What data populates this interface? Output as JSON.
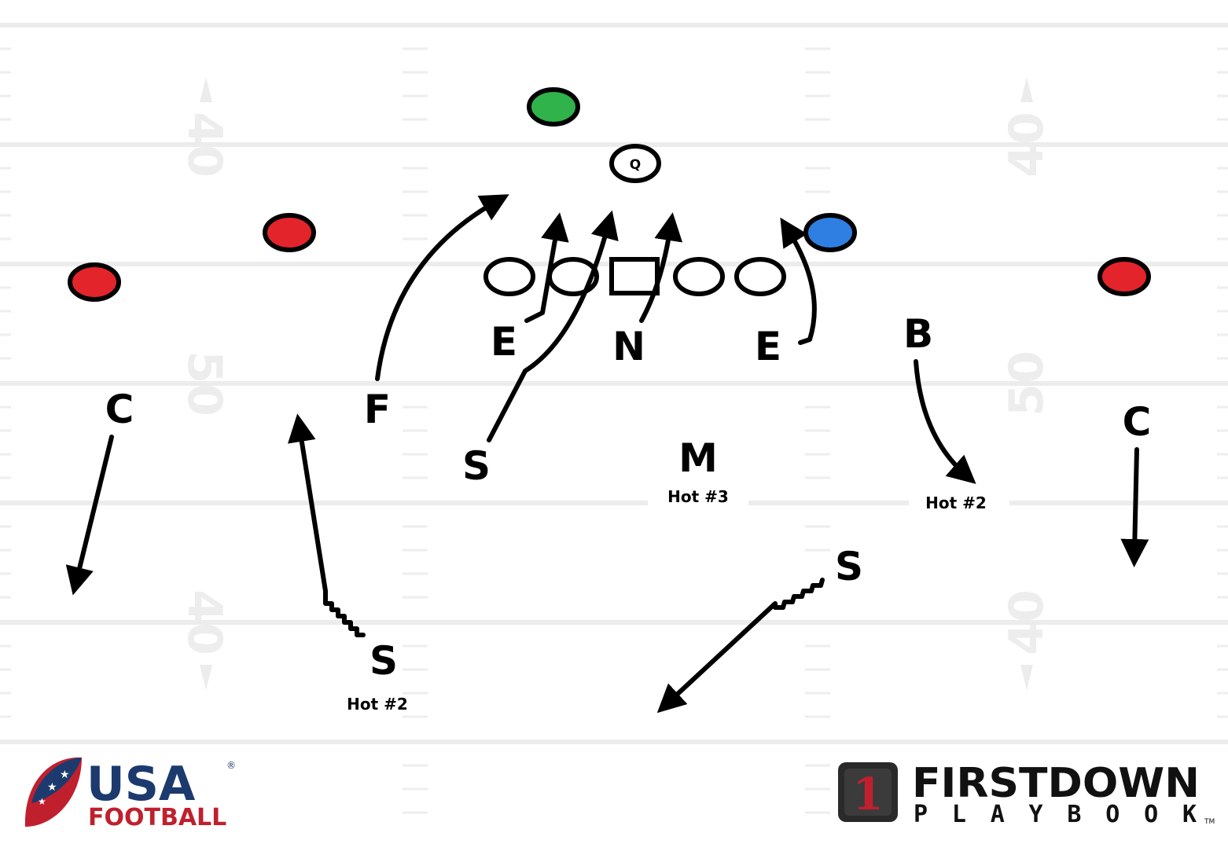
{
  "field": {
    "yard_numbers": {
      "left_top": "40",
      "left_mid": "50",
      "left_bottom": "40",
      "right_top": "40",
      "right_mid": "50",
      "right_bottom": "40"
    }
  },
  "offense": {
    "quarterback_label": "Q",
    "colors": {
      "green": "#2fb34a",
      "red": "#e3242b",
      "blue": "#2f7fe3"
    }
  },
  "defense": {
    "end_left": "E",
    "nose": "N",
    "end_right": "E",
    "free": "F",
    "sam_inside": "S",
    "mike": "M",
    "buck": "B",
    "corner_left": "C",
    "corner_right": "C",
    "safety_left": "S",
    "safety_right": "S"
  },
  "hot_labels": {
    "mike": "Hot #3",
    "buck": "Hot #2",
    "safety_left": "Hot #2"
  },
  "logos": {
    "usa_main": "USA",
    "usa_sub": "FOOTBALL",
    "usa_reg": "®",
    "firstdown_main": "FIRSTDOWN",
    "firstdown_sub": "PLAYBOOK",
    "firstdown_tm": "TM",
    "firstdown_badge": "1"
  }
}
